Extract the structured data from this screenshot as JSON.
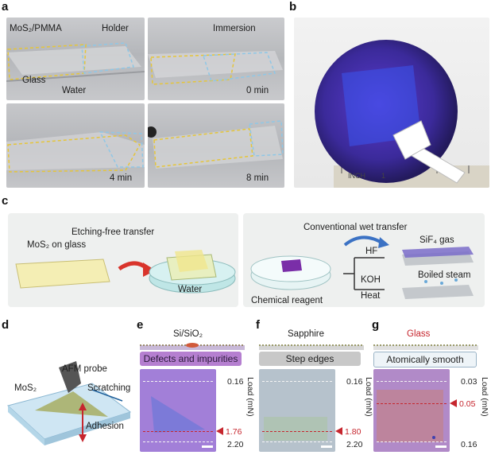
{
  "panel_labels": {
    "a": "a",
    "b": "b",
    "c": "c",
    "d": "d",
    "e": "e",
    "f": "f",
    "g": "g"
  },
  "panel_a": {
    "mos2_pmma": "MoS₂/PMMA",
    "holder": "Holder",
    "immersion": "Immersion",
    "glass": "Glass",
    "water": "Water",
    "t0": "0 min",
    "t4": "4 min",
    "t8": "8 min"
  },
  "panel_b": {
    "ruler_text": "INCH",
    "ruler_num": "1"
  },
  "panel_c": {
    "etching_free": "Etching-free transfer",
    "mos2_on_glass": "MoS₂ on glass",
    "water": "Water",
    "conventional": "Conventional wet transfer",
    "hf": "HF",
    "koh": "KOH",
    "heat": "Heat",
    "chemical_reagent": "Chemical reagent",
    "sif4": "SiF₄ gas",
    "boiled_steam": "Boiled steam"
  },
  "panel_d": {
    "afm_probe": "AFM probe",
    "mos2": "MoS₂",
    "scratching": "Scratching",
    "adhesion": "Adhesion"
  },
  "panel_e": {
    "substrate": "Si/SiO₂",
    "bar": "Defects and impurities",
    "tick_top": "0.16",
    "tick_bottom": "2.20",
    "marker_value": "1.76",
    "load_label": "Load (mN)"
  },
  "panel_f": {
    "substrate": "Sapphire",
    "bar": "Step edges",
    "tick_top": "0.16",
    "tick_bottom": "2.20",
    "marker_value": "1.80",
    "load_label": "Load (mN)"
  },
  "panel_g": {
    "substrate": "Glass",
    "bar": "Atomically smooth",
    "tick_top": "0.03",
    "tick_bottom": "0.16",
    "marker_value": "0.05",
    "load_label": "Load (mN)"
  },
  "colors": {
    "accent_red": "#c6262e",
    "purple_wafer": "#3b2a9a",
    "water_blue": "#bfe6e6"
  }
}
